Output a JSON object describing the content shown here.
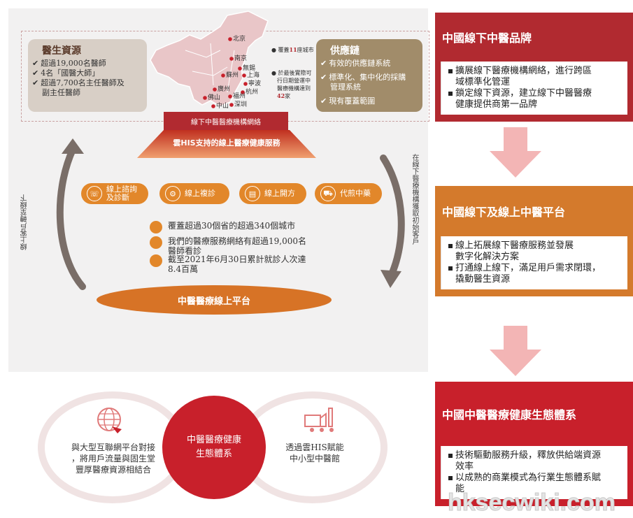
{
  "doctors": {
    "title": "醫生資源",
    "items": [
      "超過19,000名醫師",
      "4名「國醫大師」",
      "超過7,700名主任醫師及",
      "副主任醫師"
    ]
  },
  "supply": {
    "title": "供應鏈",
    "items": [
      "有效的供應鏈系統",
      "標準化、集中化的採購",
      "管理系統",
      "現有覆蓋範圍"
    ]
  },
  "map": {
    "cities": [
      "北京",
      "南京",
      "無錫",
      "蘇州",
      "上海",
      "寧波",
      "廣州",
      "杭州",
      "福州",
      "佛山",
      "中山",
      "深圳"
    ],
    "legend1_pre": "覆蓋",
    "legend1_num": "11",
    "legend1_post": "座城市",
    "legend2_lines": [
      "於最後實際可",
      "行日期營運中",
      "醫療機構達到"
    ],
    "legend2_num": "42",
    "legend2_post": "家"
  },
  "network_banner": "線下中醫醫療機構網絡",
  "his_banner": "雲HIS支持的線上醫療健康服務",
  "arrow_left_text": "線上客戶轉至線下",
  "arrow_right_text": "在線下醫療機構獲取初始客戶",
  "services": [
    {
      "label": "線上諮詢\n及診斷",
      "icon": "consult-icon"
    },
    {
      "label": "線上複診",
      "icon": "follow-up-icon"
    },
    {
      "label": "線上開方",
      "icon": "prescription-icon"
    },
    {
      "label": "代煎中藥",
      "icon": "delivery-icon"
    }
  ],
  "stats": [
    {
      "icon": "globe-icon",
      "lines": [
        "覆蓋超過30個省的超過340個城市"
      ]
    },
    {
      "icon": "doctor-icon",
      "lines": [
        "我們的醫療服務網絡有超過19,000名",
        "醫師看診"
      ]
    },
    {
      "icon": "patient-icon",
      "lines": [
        "截至2021年6月30日累計就診人次達",
        "8.4百萬"
      ]
    }
  ],
  "platform_label": "中醫醫療線上平台",
  "ecosystem": {
    "center_lines": [
      "中醫醫療健康",
      "生態體系"
    ],
    "left_lines": [
      "與大型互聯網平台對接",
      "，將用戶流量與固生堂",
      "豐厚醫療資源相結合"
    ],
    "right_lines": [
      "透過雲HIS賦能",
      "中小型中醫館"
    ]
  },
  "right_column": [
    {
      "title": "中國線下中醫品牌",
      "color": "#b12a30",
      "bullets": [
        [
          "擴展線下醫療機構網絡，進行跨區",
          "域標準化管運"
        ],
        [
          "鎖定線下資源，建立線下中醫醫療",
          "健康提供商第一品牌"
        ]
      ]
    },
    {
      "title": "中國線下及線上中醫平台",
      "color": "#d47a2c",
      "bullets": [
        [
          "線上拓展線下醫療服務並發展",
          "數字化解決方案"
        ],
        [
          "打通線上線下，滿足用戶需求閉環，",
          "撬動醫生資源"
        ]
      ]
    },
    {
      "title": "中國中醫醫療健康生態體系",
      "color": "#c8202b",
      "bullets": [
        [
          "技術驅動服務升級，釋放供給端資源",
          "效率"
        ],
        [
          "以成熟的商業模式為行業生態體系賦",
          "能"
        ]
      ]
    }
  ],
  "watermark": "hksecwiki.com",
  "colors": {
    "red": "#b12a30",
    "orange": "#e2872a",
    "brown": "#a18c6a",
    "arrow_pink": "#f3b5b5"
  }
}
